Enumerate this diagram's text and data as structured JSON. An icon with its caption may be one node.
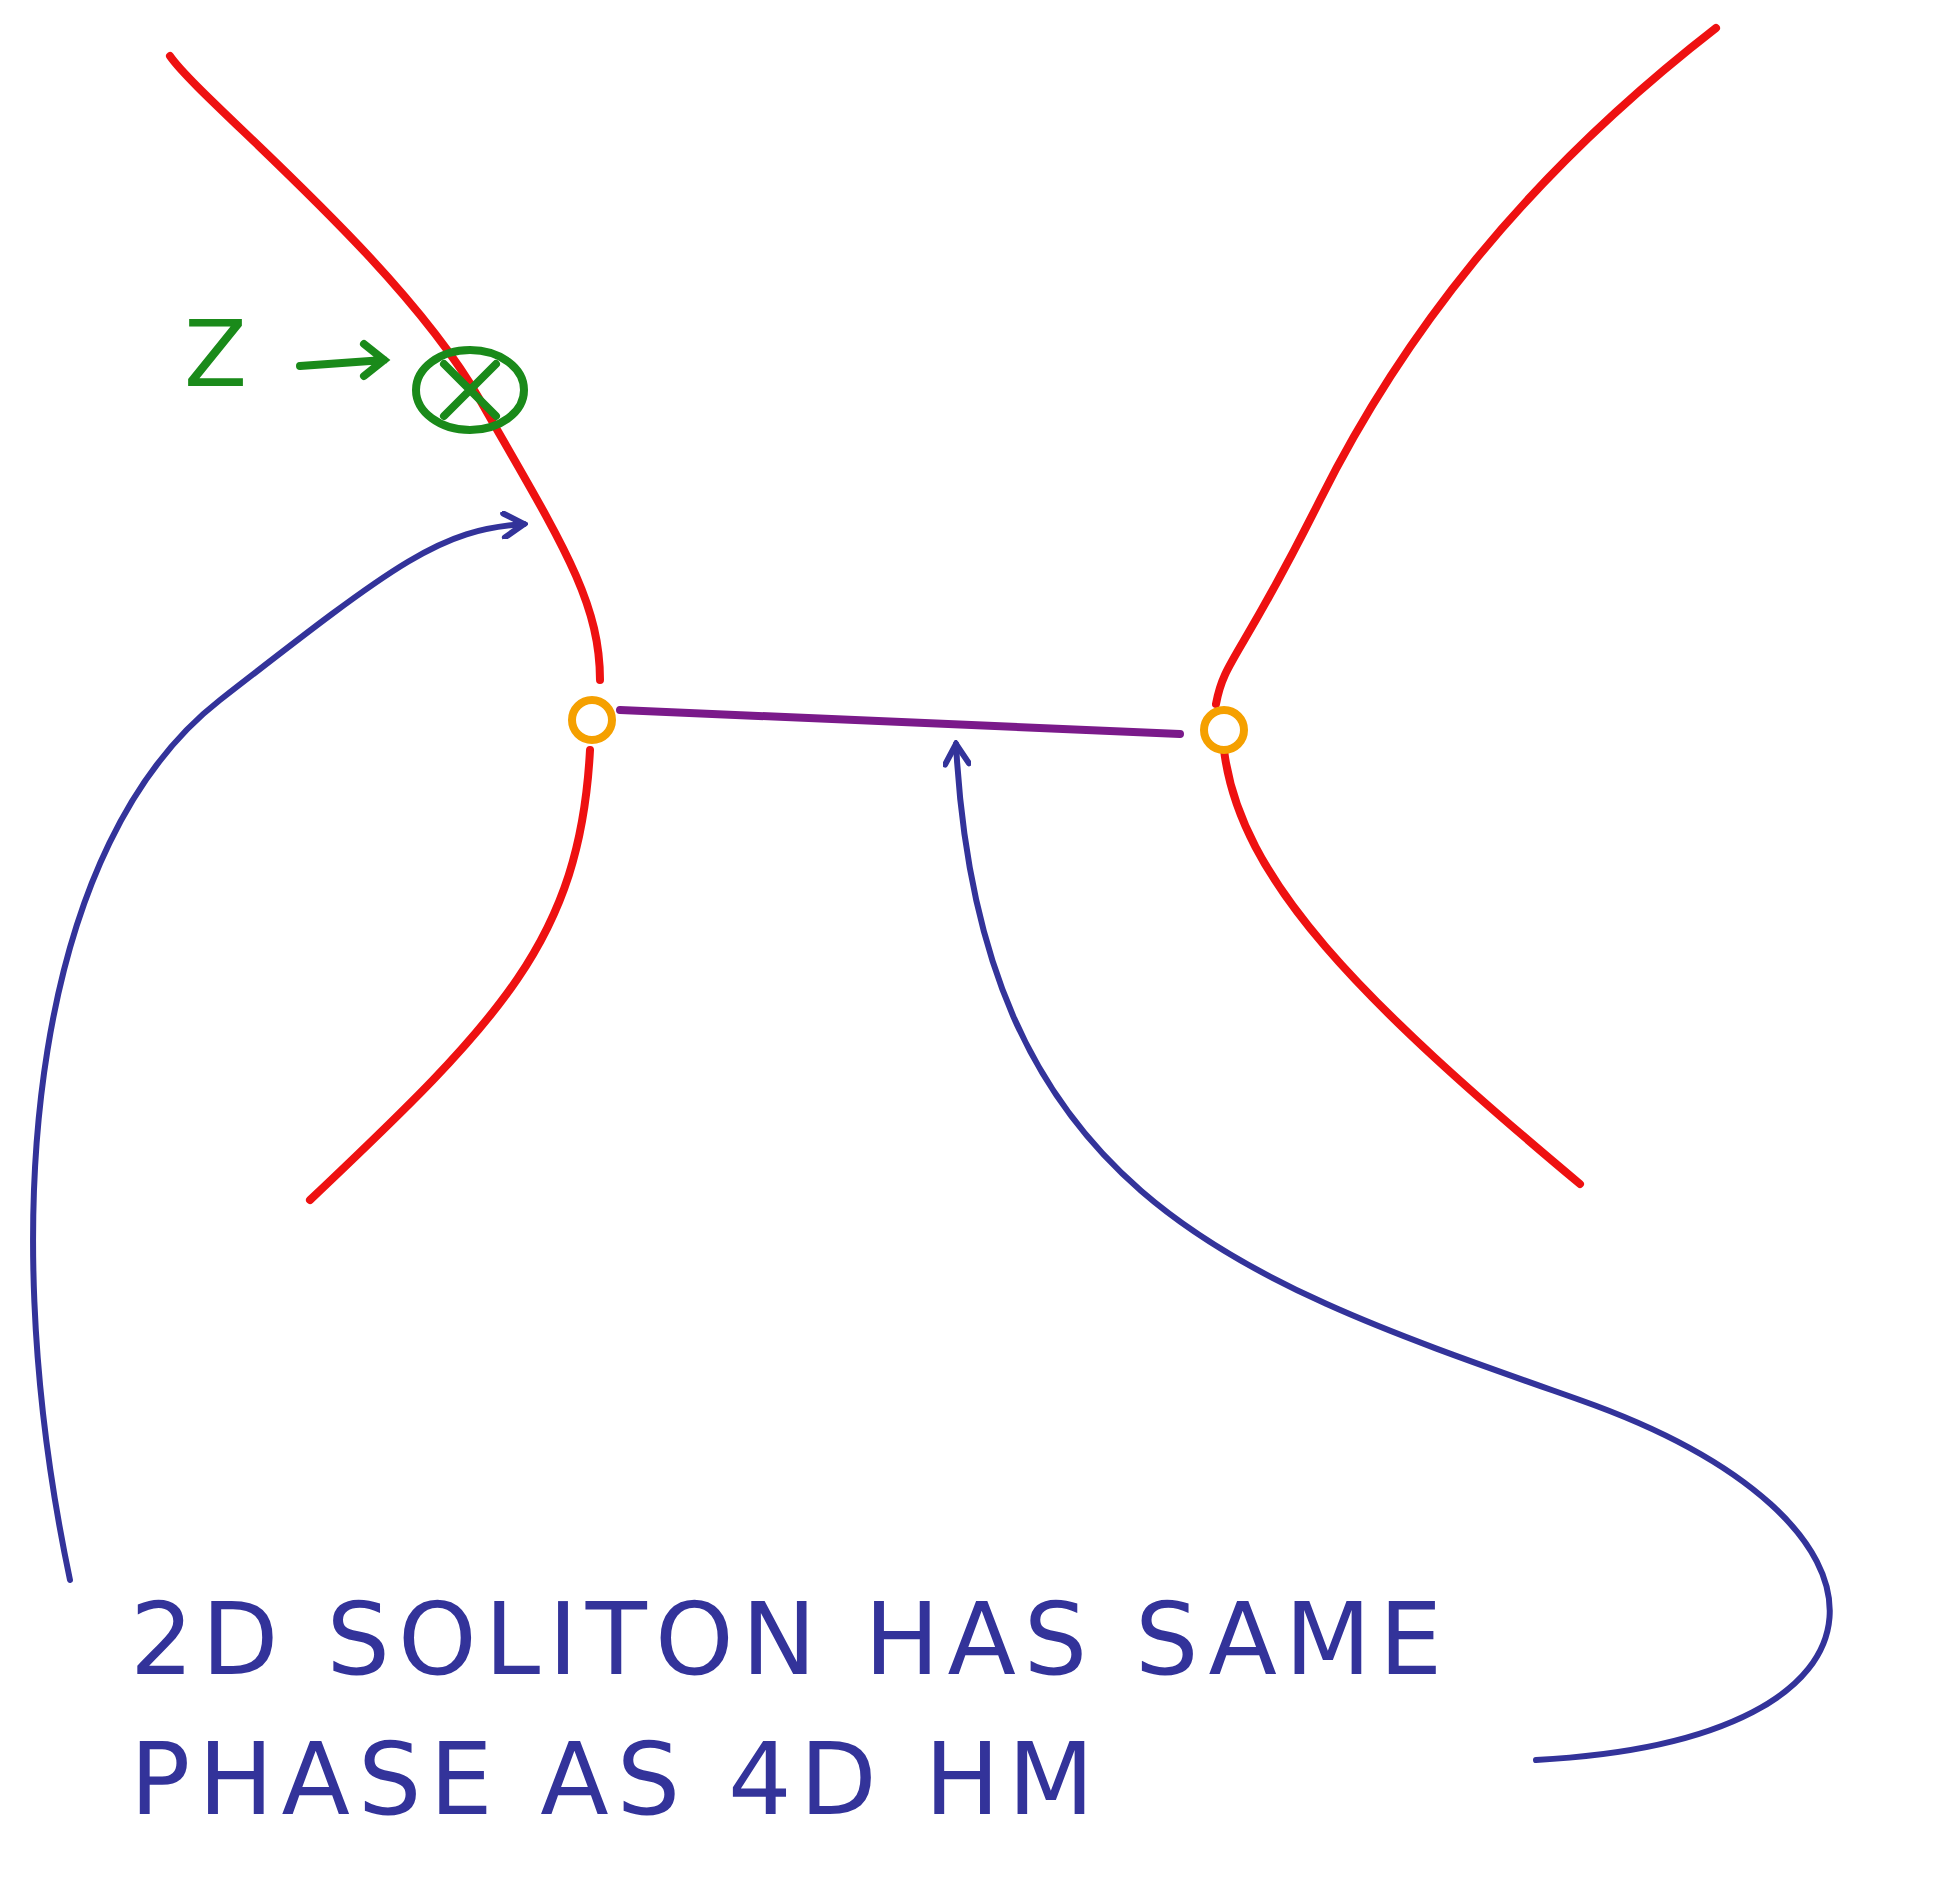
{
  "diagram": {
    "nodes": [
      {
        "text": [
          "2D SOLITON HAS SAME PHASE AS 4D HM"
        ]
      },
      {
        "text": [],
        "shape": "curve"
      },
      {
        "text": [],
        "shape": "line"
      }
    ],
    "edges": [
      {
        "from": 0,
        "to": 1,
        "arrow": "to"
      },
      {
        "from": 0,
        "to": 2,
        "arrow": "to"
      }
    ],
    "labels": [
      "Z"
    ]
  }
}
